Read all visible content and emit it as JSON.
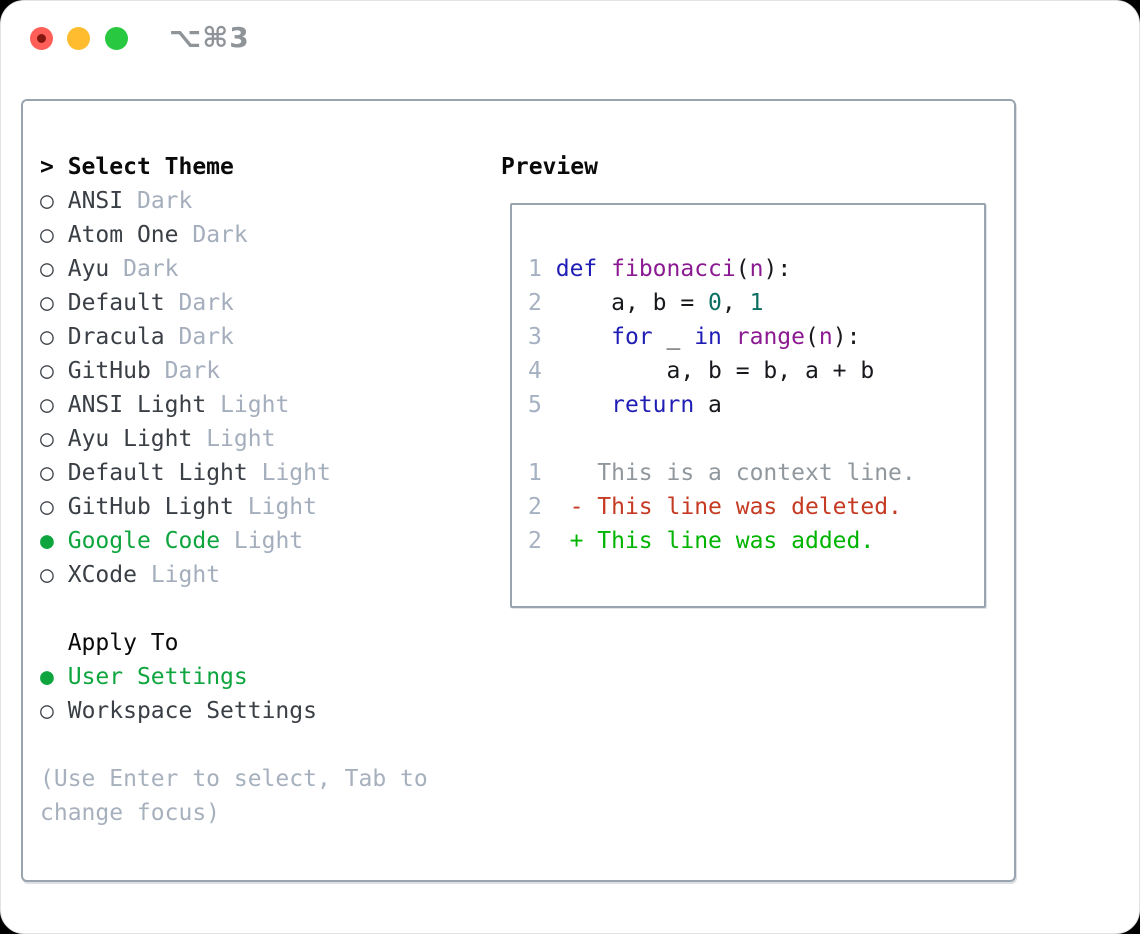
{
  "colors": {
    "window_bg": "#ffffff",
    "window_border": "#e3e3e3",
    "traffic_red": "#ff5f57",
    "traffic_red_dot": "#841710",
    "traffic_yellow": "#febc2e",
    "traffic_green": "#28c840",
    "shortcut_text": "#8f9499",
    "panel_border": "#9aa4b0",
    "header_text": "#0a0a0a",
    "item_text": "#3a3f46",
    "variant_text": "#a4aebc",
    "radio": "#44494f",
    "selected_green": "#0ea53e",
    "help_text": "#a7b0bd",
    "lineno": "#a5b1c2",
    "keyword": "#1e1db4",
    "title": "#8b1a92",
    "number": "#0c6e62",
    "plain": "#17191d",
    "context": "#90989e",
    "deleted": "#c53a22",
    "added": "#00b400"
  },
  "window": {
    "shortcut": "⌥⌘3",
    "traffic_buttons": [
      "close",
      "minimize",
      "zoom"
    ]
  },
  "markers": {
    "header": ">",
    "selected": "●",
    "unselected": "○"
  },
  "left": {
    "header": "Select Theme",
    "themes": [
      {
        "name": "ANSI",
        "variant": "Dark",
        "selected": false
      },
      {
        "name": "Atom One",
        "variant": "Dark",
        "selected": false
      },
      {
        "name": "Ayu",
        "variant": "Dark",
        "selected": false
      },
      {
        "name": "Default",
        "variant": "Dark",
        "selected": false
      },
      {
        "name": "Dracula",
        "variant": "Dark",
        "selected": false
      },
      {
        "name": "GitHub",
        "variant": "Dark",
        "selected": false
      },
      {
        "name": "ANSI Light",
        "variant": "Light",
        "selected": false
      },
      {
        "name": "Ayu Light",
        "variant": "Light",
        "selected": false
      },
      {
        "name": "Default Light",
        "variant": "Light",
        "selected": false
      },
      {
        "name": "GitHub Light",
        "variant": "Light",
        "selected": false
      },
      {
        "name": "Google Code",
        "variant": "Light",
        "selected": true
      },
      {
        "name": "XCode",
        "variant": "Light",
        "selected": false
      }
    ],
    "apply_header": "Apply To",
    "apply_options": [
      {
        "name": "User Settings",
        "selected": true
      },
      {
        "name": "Workspace Settings",
        "selected": false
      }
    ],
    "help_lines": [
      "(Use Enter to select, Tab to",
      "change focus)"
    ]
  },
  "preview": {
    "header": "Preview",
    "code_lines": [
      {
        "num": "1",
        "segments": [
          {
            "t": "def",
            "c": "keyword"
          },
          {
            "t": " ",
            "c": "plain"
          },
          {
            "t": "fibonacci",
            "c": "title"
          },
          {
            "t": "(",
            "c": "plain"
          },
          {
            "t": "n",
            "c": "title"
          },
          {
            "t": "):",
            "c": "plain"
          }
        ]
      },
      {
        "num": "2",
        "segments": [
          {
            "t": "    a, b = ",
            "c": "plain"
          },
          {
            "t": "0",
            "c": "number"
          },
          {
            "t": ", ",
            "c": "plain"
          },
          {
            "t": "1",
            "c": "number"
          }
        ]
      },
      {
        "num": "3",
        "segments": [
          {
            "t": "    ",
            "c": "plain"
          },
          {
            "t": "for",
            "c": "keyword"
          },
          {
            "t": " _ ",
            "c": "plain"
          },
          {
            "t": "in",
            "c": "keyword"
          },
          {
            "t": " ",
            "c": "plain"
          },
          {
            "t": "range",
            "c": "title"
          },
          {
            "t": "(",
            "c": "plain"
          },
          {
            "t": "n",
            "c": "title"
          },
          {
            "t": "):",
            "c": "plain"
          }
        ]
      },
      {
        "num": "4",
        "segments": [
          {
            "t": "        a, b = b, a + b",
            "c": "plain"
          }
        ]
      },
      {
        "num": "5",
        "segments": [
          {
            "t": "    ",
            "c": "plain"
          },
          {
            "t": "return",
            "c": "keyword"
          },
          {
            "t": " a",
            "c": "plain"
          }
        ]
      }
    ],
    "diff_lines": [
      {
        "num": "1",
        "text": "   This is a context line.",
        "type": "context"
      },
      {
        "num": "2",
        "text": " - This line was deleted.",
        "type": "deleted"
      },
      {
        "num": "2",
        "text": " + This line was added.",
        "type": "added"
      }
    ]
  }
}
